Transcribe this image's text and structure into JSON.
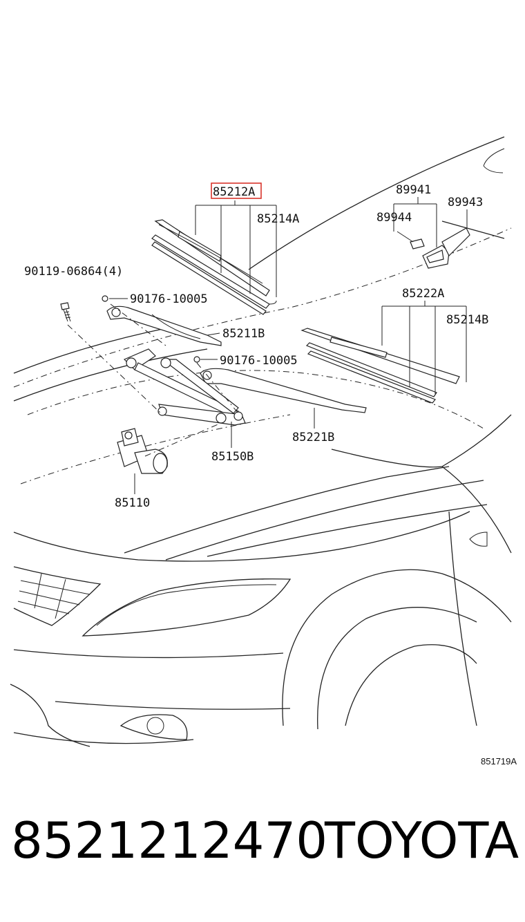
{
  "diagram": {
    "highlighted_part": "85212A",
    "labels": [
      {
        "id": "p85212a",
        "text": "85212A"
      },
      {
        "id": "p85214a",
        "text": "85214A"
      },
      {
        "id": "p89941",
        "text": "89941"
      },
      {
        "id": "p89944",
        "text": "89944"
      },
      {
        "id": "p89943",
        "text": "89943"
      },
      {
        "id": "p90119",
        "text": "90119-06864(4)"
      },
      {
        "id": "p90176a",
        "text": "90176-10005"
      },
      {
        "id": "p85211b",
        "text": "85211B"
      },
      {
        "id": "p90176b",
        "text": "90176-10005"
      },
      {
        "id": "p85222a",
        "text": "85222A"
      },
      {
        "id": "p85214b",
        "text": "85214B"
      },
      {
        "id": "p85221b",
        "text": "85221B"
      },
      {
        "id": "p85150b",
        "text": "85150B"
      },
      {
        "id": "p85110",
        "text": "85110"
      }
    ],
    "figure_code": "851719A",
    "highlight_color": "#d9342b"
  },
  "footer": {
    "part_number": "8521212470",
    "brand": "TOYOTA"
  }
}
